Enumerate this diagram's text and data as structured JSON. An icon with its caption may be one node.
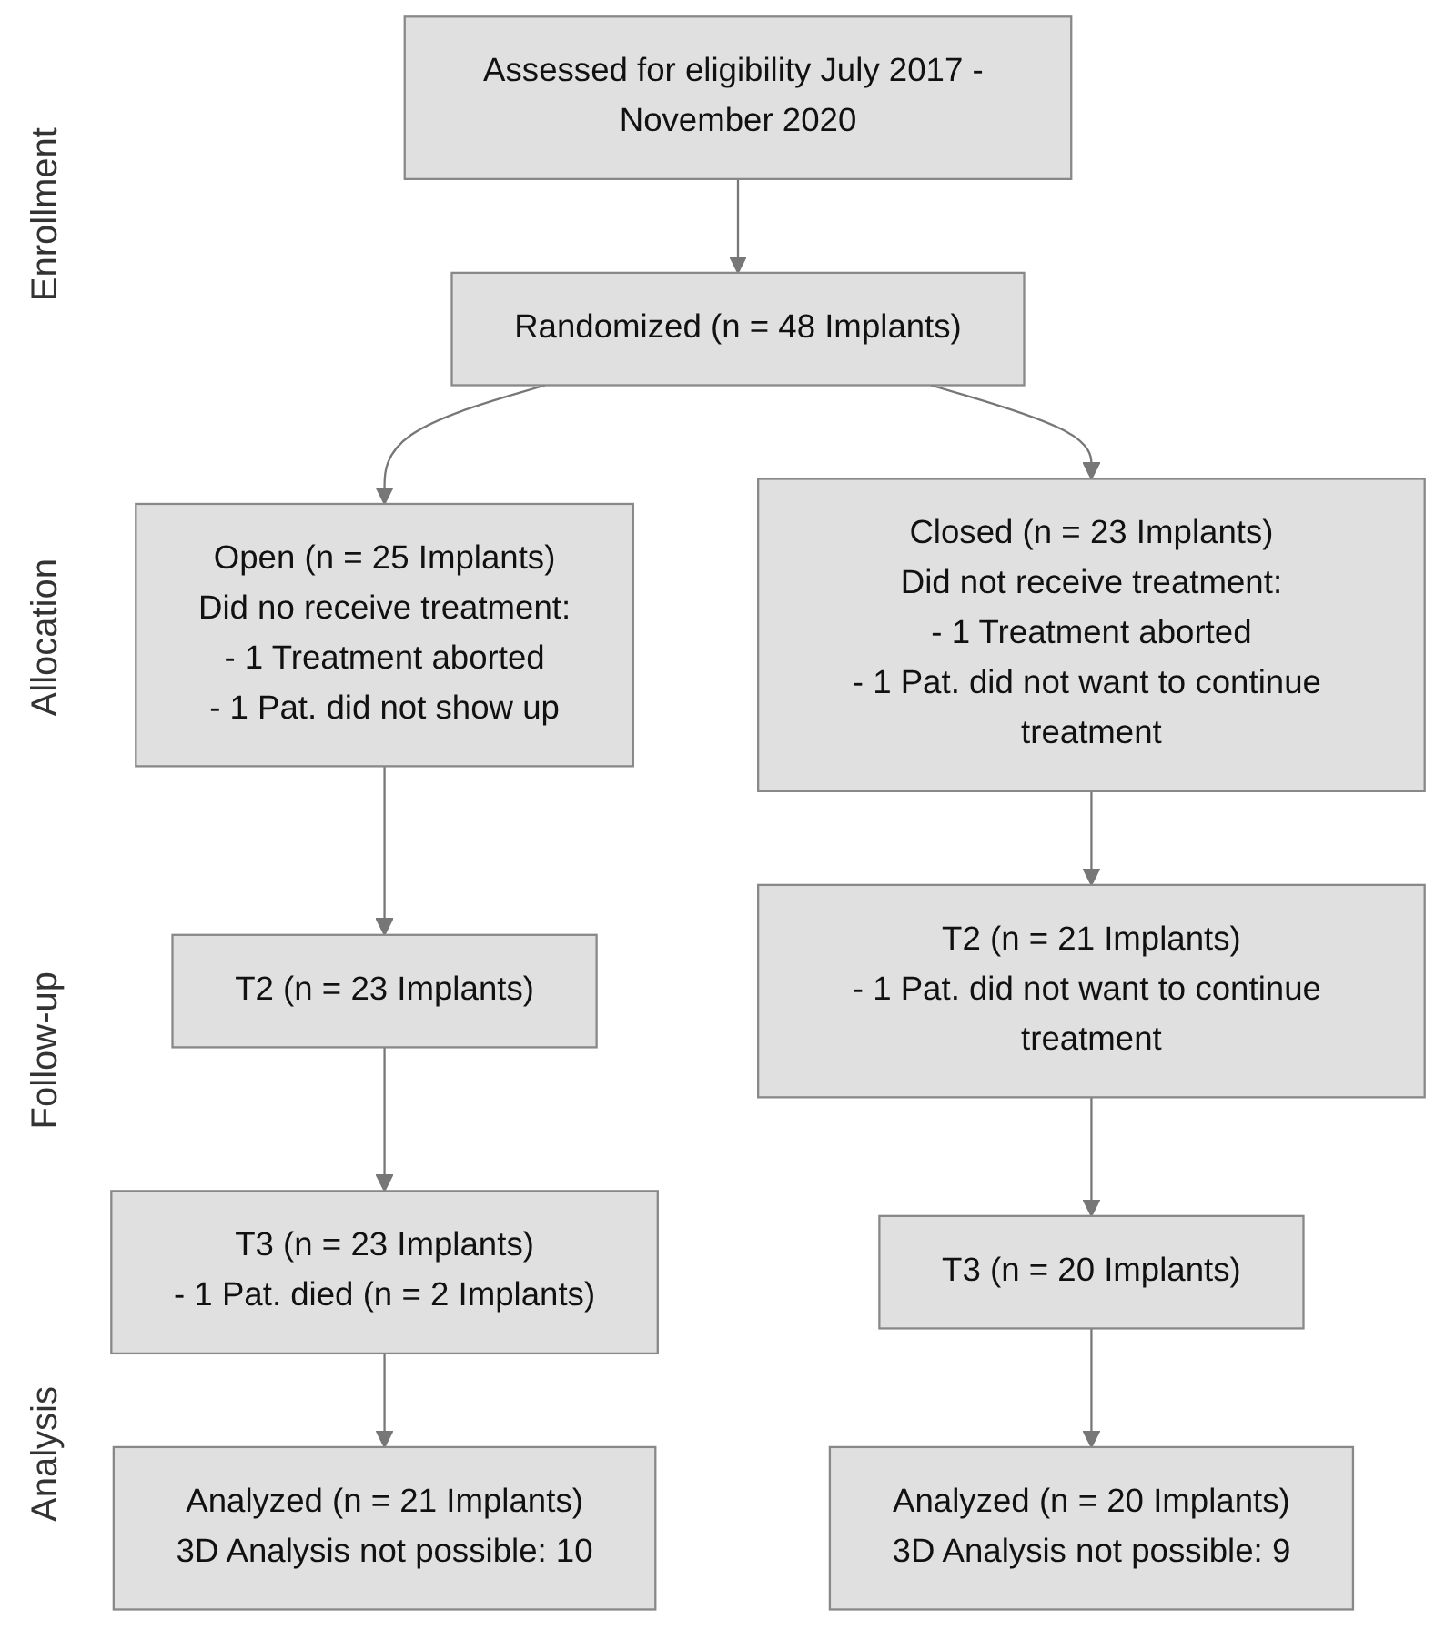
{
  "diagram": {
    "nodes": [
      {
        "text": [
          "Assessed for eligibility July 2017 - November 2020"
        ]
      },
      {
        "text": [
          "Randomized (n = 48 Implants)"
        ]
      },
      {
        "text": [
          "Open (n = 25 Implants)",
          "Did no receive treatment:",
          "- 1 Treatment aborted",
          "- 1 Pat. did not show up"
        ]
      },
      {
        "text": [
          "Closed (n = 23 Implants)",
          "Did not receive treatment:",
          "- 1 Treatment aborted",
          "- 1 Pat. did not want to continue treatment"
        ]
      },
      {
        "text": [
          "T2 (n = 23 Implants)"
        ]
      },
      {
        "text": [
          "T2 (n = 21 Implants)",
          "- 1 Pat. did not want to continue treatment"
        ]
      },
      {
        "text": [
          "T3 (n = 23 Implants)",
          "- 1 Pat. died (n = 2 Implants)"
        ]
      },
      {
        "text": [
          "T3 (n = 20 Implants)"
        ]
      },
      {
        "text": [
          "Analyzed (n = 21 Implants)",
          "3D Analysis not possible: 10"
        ]
      },
      {
        "text": [
          "Analyzed (n = 20 Implants)",
          "3D Analysis not possible: 9"
        ]
      }
    ],
    "edges": [
      {
        "from": 0,
        "to": 1,
        "arrow": "to"
      },
      {
        "from": 1,
        "to": 2,
        "arrow": "to"
      },
      {
        "from": 1,
        "to": 3,
        "arrow": "to"
      },
      {
        "from": 2,
        "to": 4,
        "arrow": "to"
      },
      {
        "from": 3,
        "to": 5,
        "arrow": "to"
      },
      {
        "from": 4,
        "to": 6,
        "arrow": "to"
      },
      {
        "from": 5,
        "to": 7,
        "arrow": "to"
      },
      {
        "from": 6,
        "to": 8,
        "arrow": "to"
      },
      {
        "from": 7,
        "to": 9,
        "arrow": "to"
      }
    ],
    "labels": [
      "Enrollment",
      "Allocation",
      "Follow-up",
      "Analysis"
    ]
  }
}
